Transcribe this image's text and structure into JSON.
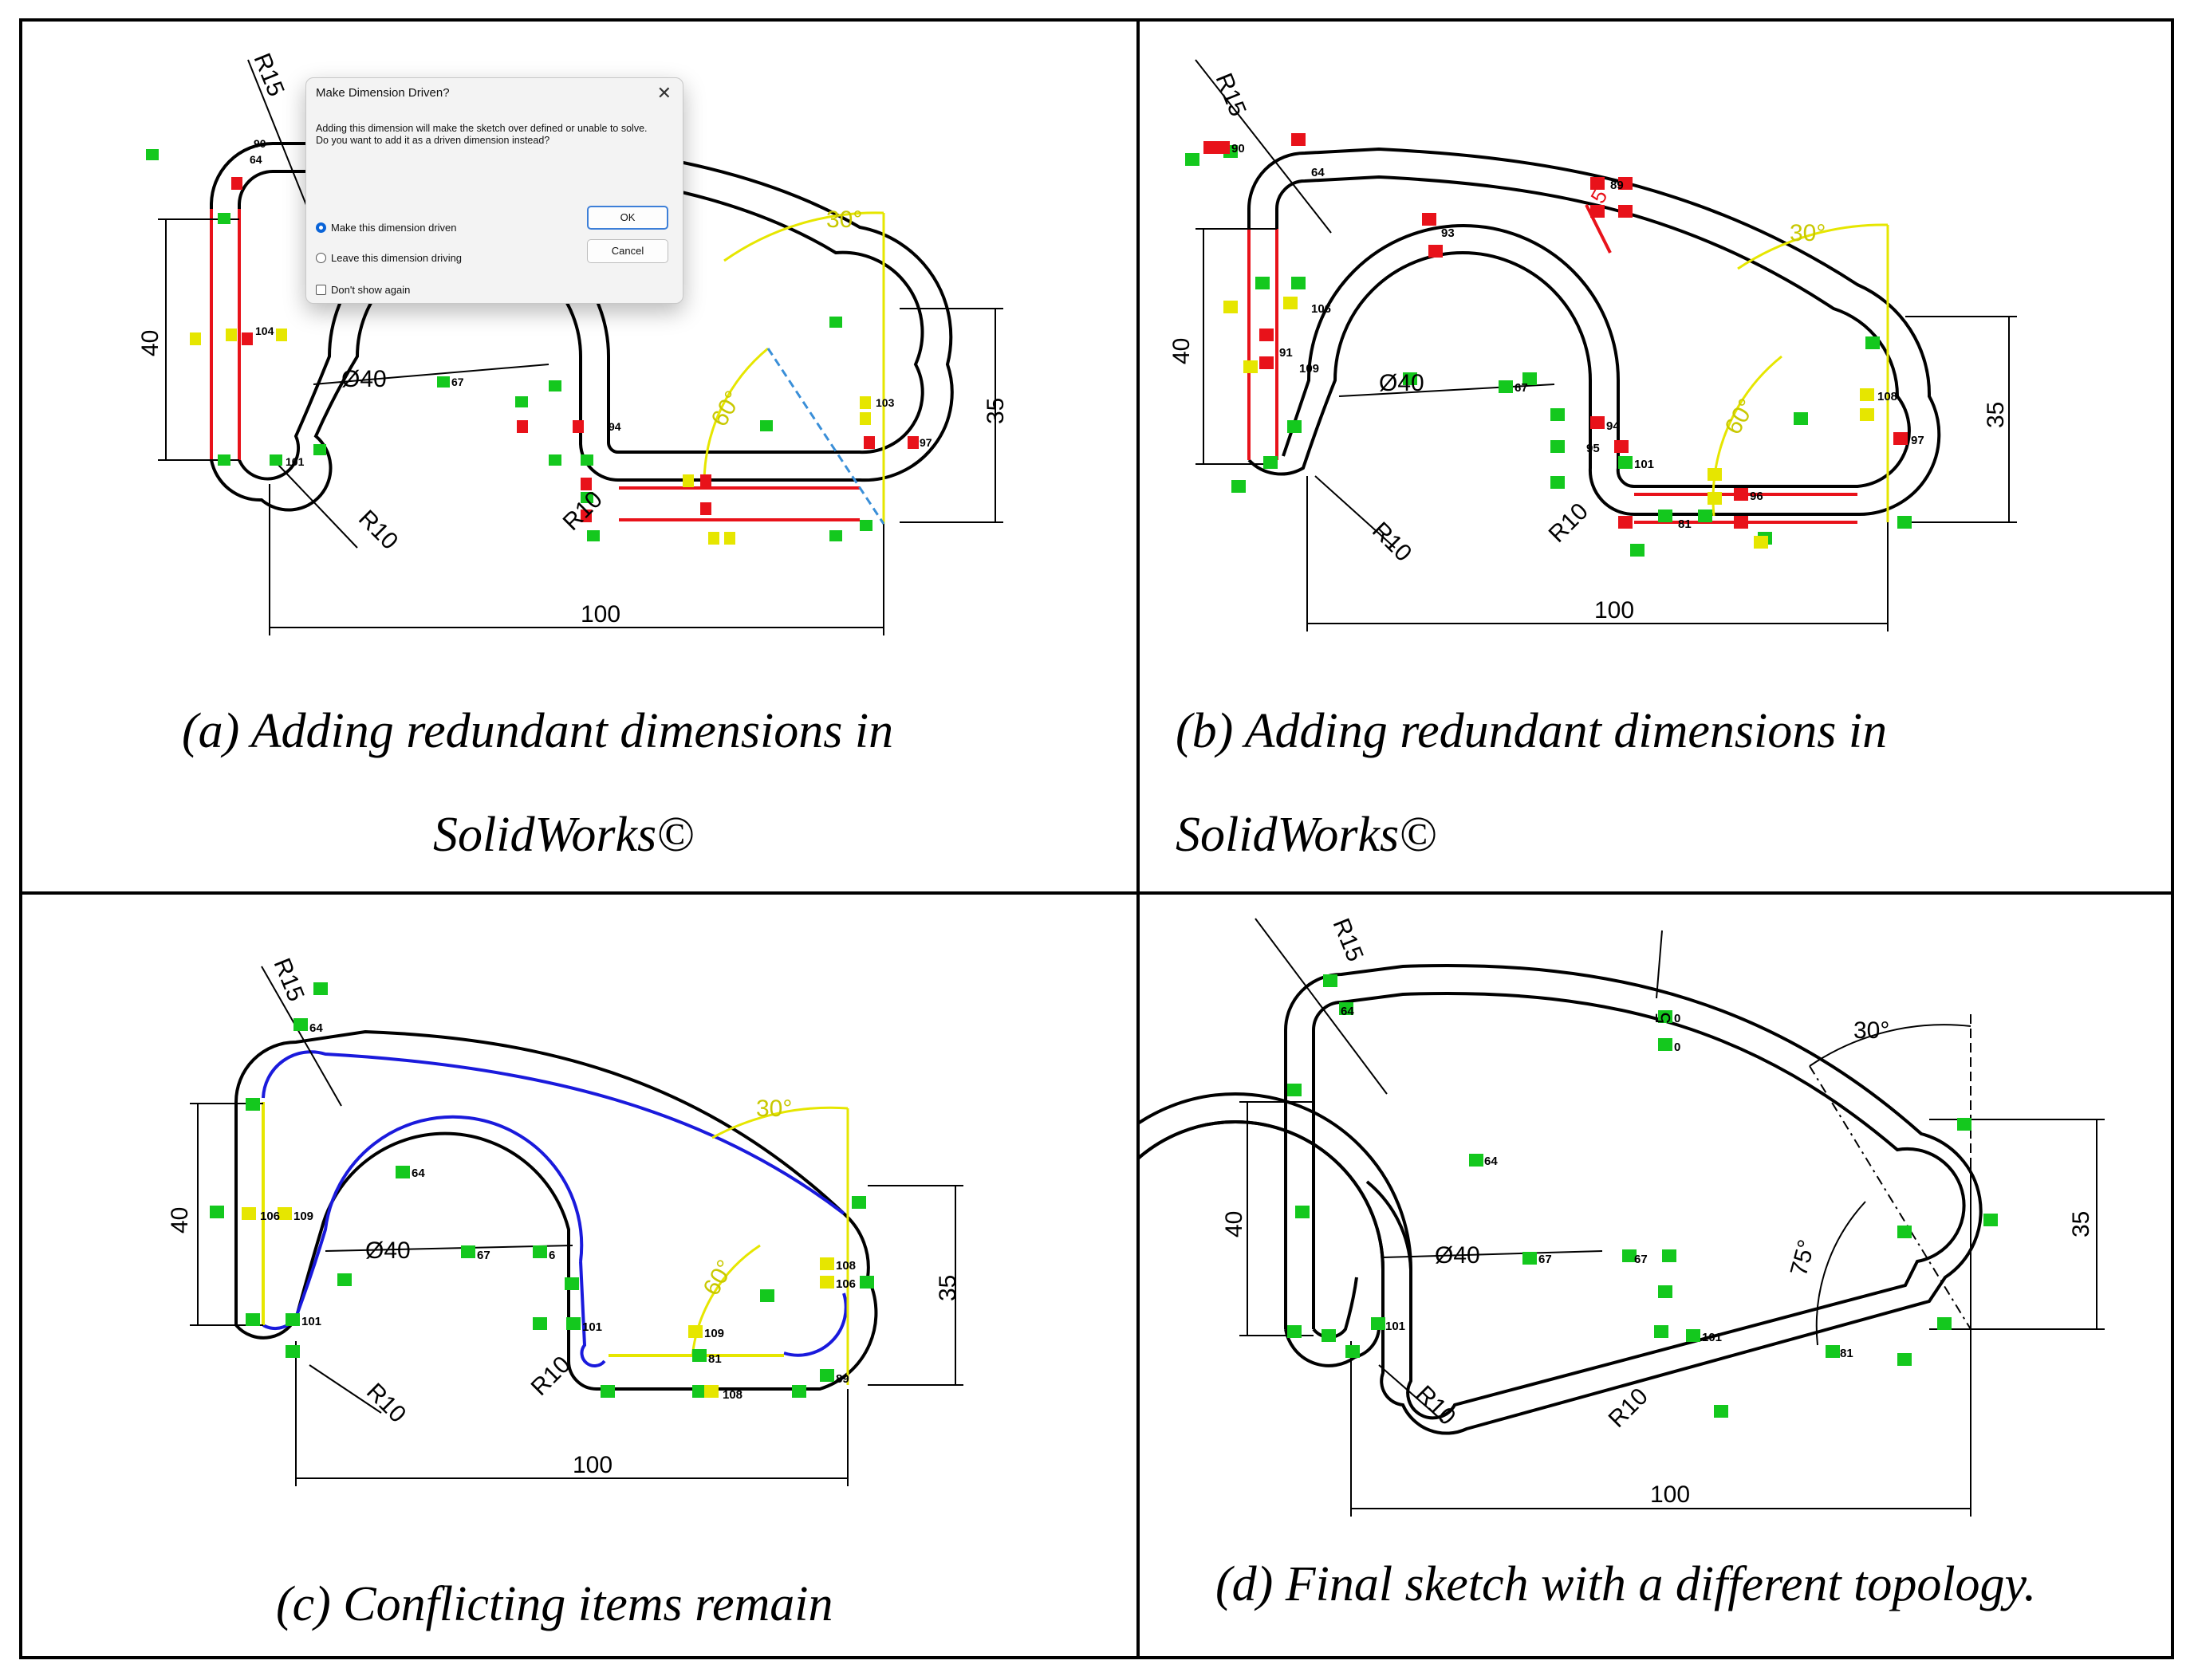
{
  "captions": {
    "a_line1": "(a) Adding redundant dimensions in",
    "a_line2": "SolidWorks©",
    "b_line1": "(b) Adding redundant dimensions in",
    "b_line2": "SolidWorks©",
    "c": "(c) Conflicting items remain",
    "d": "(d) Final sketch with a different topology."
  },
  "dialog": {
    "title": "Make Dimension Driven?",
    "close_symbol": "✕",
    "message": "Adding this dimension will make the sketch over defined or unable to solve.  Do you want to add it as a driven dimension instead?",
    "option_driven": "Make this dimension driven",
    "option_driving": "Leave this dimension driving",
    "dont_show": "Don't show again",
    "ok_label": "OK",
    "cancel_label": "Cancel"
  },
  "dimensions": {
    "r15": "R15",
    "r10": "R10",
    "d40": "Ø40",
    "h40": "40",
    "h35": "35",
    "w100": "100",
    "a30": "30°",
    "a60": "60°",
    "a75": "75°",
    "t5": "5"
  },
  "relation_ids": {
    "n64": "64",
    "n67": "67",
    "n81": "81",
    "n89": "89",
    "n90": "90",
    "n91": "91",
    "n93": "93",
    "n94": "94",
    "n95": "95",
    "n96": "96",
    "n97": "97",
    "n101": "101",
    "n103": "103",
    "n104": "104",
    "n106": "106",
    "n108": "108",
    "n109": "109",
    "n0": "0",
    "n6": "6"
  },
  "colors": {
    "sketch": "#000000",
    "over_defined": "#e8121a",
    "driven": "#e6e600",
    "construction_blue": "#1a1adc",
    "relation_green": "#14c81e",
    "relation_red": "#e8121a",
    "relation_yellow": "#e6e600"
  }
}
